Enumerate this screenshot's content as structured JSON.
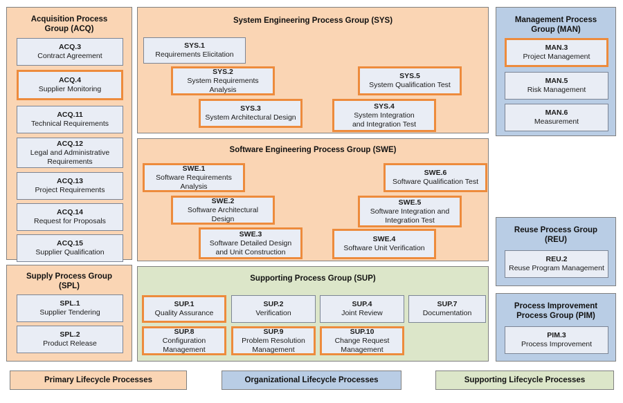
{
  "colors": {
    "primary_fill": "#fad5b4",
    "organizational_fill": "#b9cde5",
    "supporting_fill": "#dce6c9",
    "box_fill": "#e9edf5",
    "box_border": "#7b8494",
    "highlight_border": "#ed8b3c",
    "panel_border": "#7f7f7f"
  },
  "groups": {
    "acq": {
      "title_line1": "Acquisition Process",
      "title_line2": "Group (ACQ)",
      "items": [
        {
          "code": "ACQ.3",
          "name_line1": "Contract Agreement",
          "name_line2": "",
          "highlighted": false
        },
        {
          "code": "ACQ.4",
          "name_line1": "Supplier Monitoring",
          "name_line2": "",
          "highlighted": true
        },
        {
          "code": "ACQ.11",
          "name_line1": "Technical Requirements",
          "name_line2": "",
          "highlighted": false
        },
        {
          "code": "ACQ.12",
          "name_line1": "Legal and Administrative",
          "name_line2": "Requirements",
          "highlighted": false
        },
        {
          "code": "ACQ.13",
          "name_line1": "Project Requirements",
          "name_line2": "",
          "highlighted": false
        },
        {
          "code": "ACQ.14",
          "name_line1": "Request for Proposals",
          "name_line2": "",
          "highlighted": false
        },
        {
          "code": "ACQ.15",
          "name_line1": "Supplier Qualification",
          "name_line2": "",
          "highlighted": false
        }
      ]
    },
    "spl": {
      "title_line1": "Supply Process Group",
      "title_line2": "(SPL)",
      "items": [
        {
          "code": "SPL.1",
          "name_line1": "Supplier Tendering",
          "name_line2": "",
          "highlighted": false
        },
        {
          "code": "SPL.2",
          "name_line1": "Product Release",
          "name_line2": "",
          "highlighted": false
        }
      ]
    },
    "sys": {
      "title_line1": "System Engineering Process Group (SYS)",
      "title_line2": "",
      "items": [
        {
          "code": "SYS.1",
          "name_line1": "Requirements Elicitation",
          "name_line2": "",
          "highlighted": false
        },
        {
          "code": "SYS.2",
          "name_line1": "System Requirements Analysis",
          "name_line2": "",
          "highlighted": true
        },
        {
          "code": "SYS.3",
          "name_line1": "System Architectural Design",
          "name_line2": "",
          "highlighted": true
        },
        {
          "code": "SYS.5",
          "name_line1": "System Qualification Test",
          "name_line2": "",
          "highlighted": true
        },
        {
          "code": "SYS.4",
          "name_line1": "System Integration",
          "name_line2": "and Integration Test",
          "highlighted": true
        }
      ]
    },
    "swe": {
      "title_line1": "Software Engineering Process Group (SWE)",
      "title_line2": "",
      "items": [
        {
          "code": "SWE.1",
          "name_line1": "Software Requirements Analysis",
          "name_line2": "",
          "highlighted": true
        },
        {
          "code": "SWE.2",
          "name_line1": "Software Architectural Design",
          "name_line2": "",
          "highlighted": true
        },
        {
          "code": "SWE.3",
          "name_line1": "Software Detailed Design",
          "name_line2": "and Unit Construction",
          "highlighted": true
        },
        {
          "code": "SWE.6",
          "name_line1": "Software Qualification Test",
          "name_line2": "",
          "highlighted": true
        },
        {
          "code": "SWE.5",
          "name_line1": "Software Integration and",
          "name_line2": "Integration Test",
          "highlighted": true
        },
        {
          "code": "SWE.4",
          "name_line1": "Software Unit Verification",
          "name_line2": "",
          "highlighted": true
        }
      ]
    },
    "sup": {
      "title_line1": "Supporting Process Group (SUP)",
      "title_line2": "",
      "items": [
        {
          "code": "SUP.1",
          "name_line1": "Quality Assurance",
          "name_line2": "",
          "highlighted": true
        },
        {
          "code": "SUP.2",
          "name_line1": "Verification",
          "name_line2": "",
          "highlighted": false
        },
        {
          "code": "SUP.4",
          "name_line1": "Joint Review",
          "name_line2": "",
          "highlighted": false
        },
        {
          "code": "SUP.7",
          "name_line1": "Documentation",
          "name_line2": "",
          "highlighted": false
        },
        {
          "code": "SUP.8",
          "name_line1": "Configuration Management",
          "name_line2": "",
          "highlighted": true
        },
        {
          "code": "SUP.9",
          "name_line1": "Problem Resolution",
          "name_line2": "Management",
          "highlighted": true
        },
        {
          "code": "SUP.10",
          "name_line1": "Change Request",
          "name_line2": "Management",
          "highlighted": true
        }
      ]
    },
    "man": {
      "title_line1": "Management Process",
      "title_line2": "Group (MAN)",
      "items": [
        {
          "code": "MAN.3",
          "name_line1": "Project Management",
          "name_line2": "",
          "highlighted": true
        },
        {
          "code": "MAN.5",
          "name_line1": "Risk Management",
          "name_line2": "",
          "highlighted": false
        },
        {
          "code": "MAN.6",
          "name_line1": "Measurement",
          "name_line2": "",
          "highlighted": false
        }
      ]
    },
    "reu": {
      "title_line1": "Reuse Process Group",
      "title_line2": "(REU)",
      "items": [
        {
          "code": "REU.2",
          "name_line1": "Reuse Program Management",
          "name_line2": "",
          "highlighted": false
        }
      ]
    },
    "pim": {
      "title_line1": "Process Improvement",
      "title_line2": "Process Group (PIM)",
      "items": [
        {
          "code": "PIM.3",
          "name_line1": "Process Improvement",
          "name_line2": "",
          "highlighted": false
        }
      ]
    }
  },
  "legend": {
    "primary": "Primary Lifecycle Processes",
    "organizational": "Organizational Lifecycle Processes",
    "supporting": "Supporting Lifecycle Processes"
  }
}
